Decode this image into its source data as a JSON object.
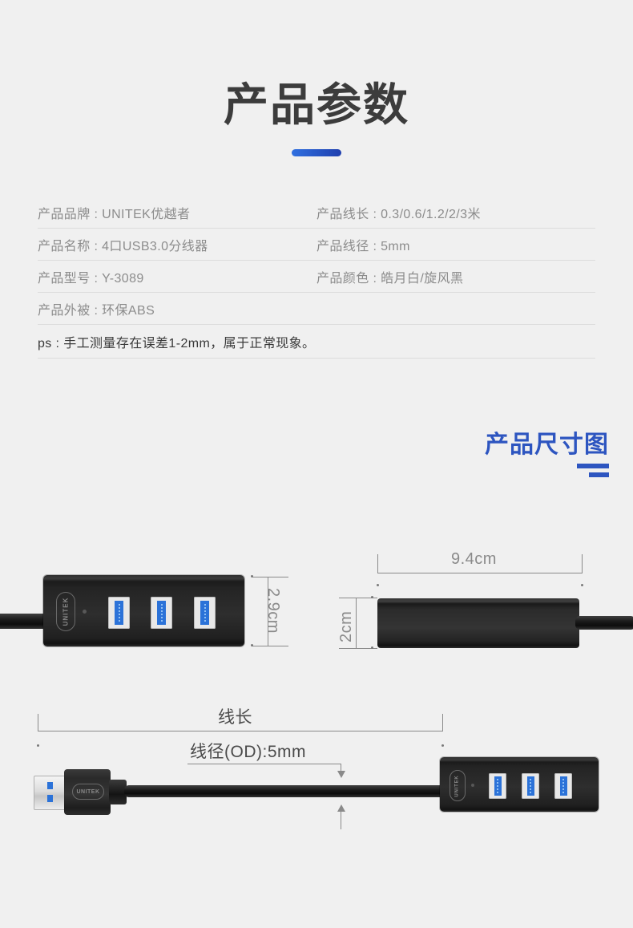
{
  "page": {
    "background_color": "#f0f0f0",
    "accent_blue": "#2d55c0",
    "title_color": "#3c3c3c"
  },
  "header": {
    "title": "产品参数"
  },
  "specs": {
    "rows": [
      {
        "left": "产品品牌 : UNITEK优越者",
        "right": "产品线长 : 0.3/0.6/1.2/2/3米"
      },
      {
        "left": "产品名称 : 4口USB3.0分线器",
        "right": "产品线径 : 5mm"
      },
      {
        "left": "产品型号 : Y-3089",
        "right": "产品颜色 : 皓月白/旋风黑"
      },
      {
        "left": "产品外被 : 环保ABS",
        "right": ""
      }
    ],
    "note": "ps : 手工测量存在误差1-2mm，属于正常现象。"
  },
  "dimension_section": {
    "title": "产品尺寸图"
  },
  "diagrams": {
    "front_view": {
      "height_label": "2.9cm",
      "brand_logo": "UNITEK",
      "port_count": 3
    },
    "side_view": {
      "width_label": "9.4cm",
      "height_label": "2cm"
    },
    "cable_view": {
      "length_label": "线长",
      "diameter_label": "线径(OD):5mm",
      "plug_logo": "UNITEK",
      "hub_logo": "UNITEK",
      "port_count": 3
    }
  }
}
